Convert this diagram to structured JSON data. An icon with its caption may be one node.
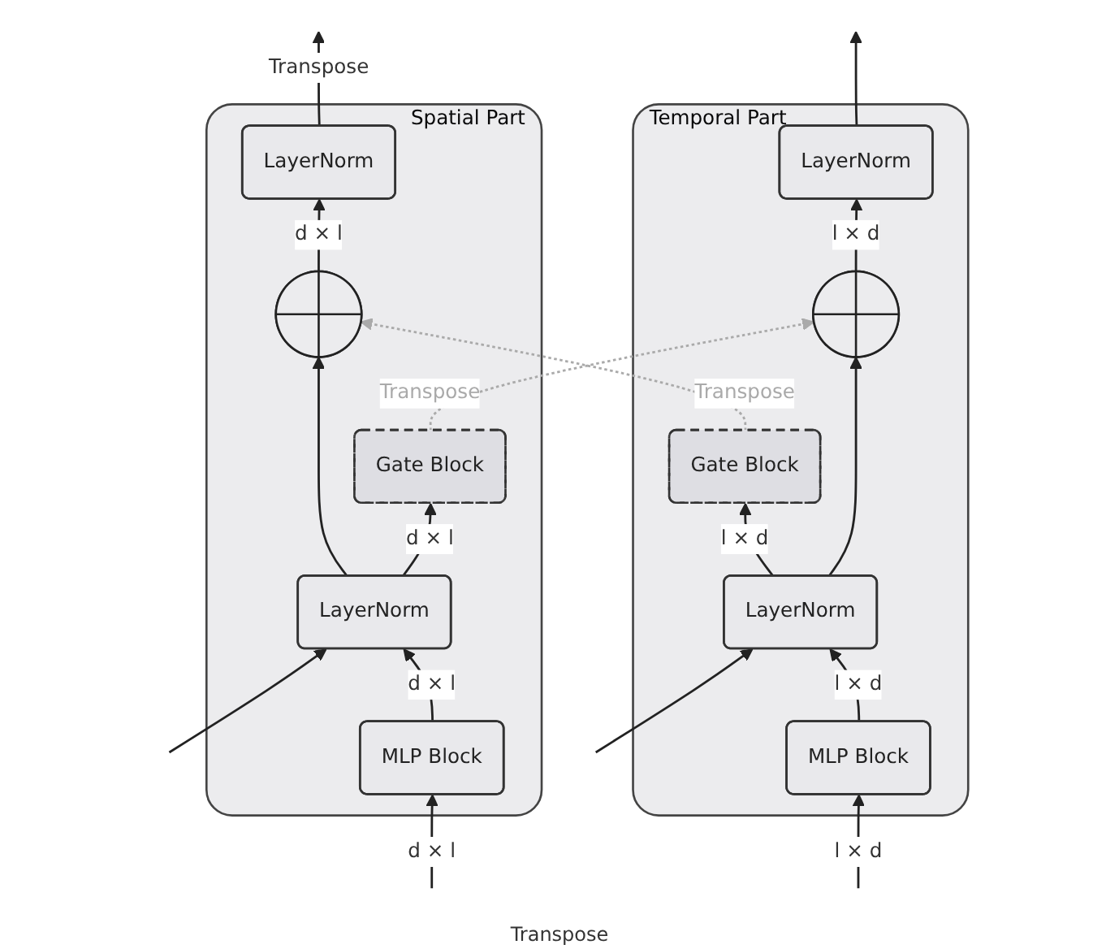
{
  "diagram": {
    "nodes": [
      {
        "text": [
          "Temporal Part"
        ]
      },
      {
        "text": [
          "LayerNorm"
        ],
        "in": 0
      },
      {
        "text": [],
        "shape": "circle",
        "in": 0
      },
      {
        "text": [
          "Gate Block"
        ],
        "in": 0
      },
      {
        "text": [
          "LayerNorm"
        ],
        "in": 0
      },
      {
        "text": [
          "MLP Block"
        ],
        "in": 0
      },
      {
        "text": [
          "Spatial Part"
        ]
      },
      {
        "text": [
          "LayerNorm"
        ],
        "in": 6
      },
      {
        "text": [],
        "shape": "circle",
        "in": 6
      },
      {
        "text": [
          "Gate Block"
        ],
        "in": 6
      },
      {
        "text": [
          "LayerNorm"
        ],
        "in": 6
      },
      {
        "text": [
          "MLP Block"
        ],
        "in": 6
      }
    ],
    "edges": [
      {
        "from": null,
        "to": 5,
        "arrow": "to",
        "label": "l × d"
      },
      {
        "from": null,
        "to": 4,
        "arrow": "to"
      },
      {
        "from": 5,
        "to": 4,
        "arrow": "to",
        "label": "l × d"
      },
      {
        "from": 4,
        "to": 3,
        "arrow": "to",
        "label": "l × d"
      },
      {
        "from": 4,
        "to": 2,
        "arrow": "to"
      },
      {
        "from": 2,
        "to": 1,
        "arrow": "to",
        "label": "l × d"
      },
      {
        "from": 1,
        "to": null,
        "arrow": "to"
      },
      {
        "from": null,
        "to": 11,
        "arrow": "to",
        "label": "d × l"
      },
      {
        "from": null,
        "to": 10,
        "arrow": "to"
      },
      {
        "from": 11,
        "to": 10,
        "arrow": "to",
        "label": "d × l"
      },
      {
        "from": 10,
        "to": 9,
        "arrow": "to",
        "label": "d × l"
      },
      {
        "from": 10,
        "to": 8,
        "arrow": "to"
      },
      {
        "from": 8,
        "to": 7,
        "arrow": "to",
        "label": "d × l"
      },
      {
        "from": 7,
        "to": null,
        "arrow": "to",
        "label": "Transpose"
      },
      {
        "from": 3,
        "to": 8,
        "arrow": "to",
        "label": "Transpose",
        "style": "dashed",
        "color": "#aaaaaa"
      },
      {
        "from": 9,
        "to": 2,
        "arrow": "to",
        "label": "Transpose",
        "style": "dashed",
        "color": "#aaaaaa"
      }
    ],
    "labels": [
      "Transpose"
    ]
  }
}
